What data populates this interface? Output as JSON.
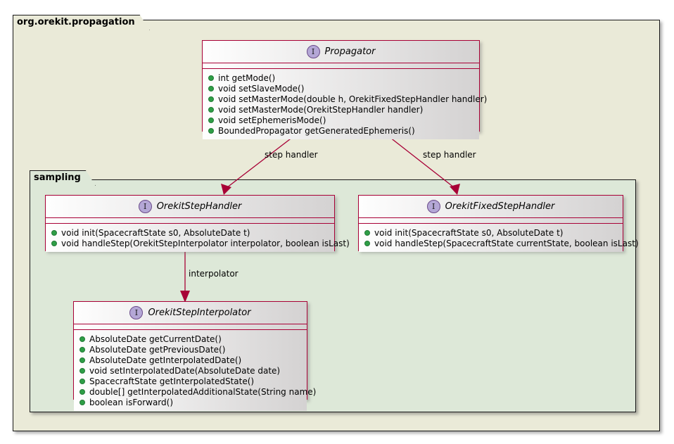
{
  "diagram": {
    "type": "uml-class-diagram",
    "background": "#ffffff"
  },
  "colors": {
    "outer_package_bg": "#eaead8",
    "inner_package_bg": "#dde8d8",
    "package_border": "#181818",
    "class_border": "#a80036",
    "class_header_gradient_from": "#fefefe",
    "class_header_gradient_to": "#d4d2d2",
    "interface_icon_fill": "#b4a7d6",
    "interface_icon_border": "#6b4b8a",
    "public_marker": "#2e9e46",
    "edge_color": "#a80036",
    "text": "#000000"
  },
  "packages": {
    "outer": {
      "name": "org.orekit.propagation"
    },
    "inner": {
      "name": "sampling"
    }
  },
  "classes": {
    "propagator": {
      "name": "Propagator",
      "stereotype_icon": "interface-icon",
      "stereotype_letter": "I",
      "methods": [
        {
          "visibility": "public",
          "signature": "int getMode()"
        },
        {
          "visibility": "public",
          "signature": "void setSlaveMode()"
        },
        {
          "visibility": "public",
          "signature": "void setMasterMode(double h, OrekitFixedStepHandler handler)"
        },
        {
          "visibility": "public",
          "signature": "void setMasterMode(OrekitStepHandler handler)"
        },
        {
          "visibility": "public",
          "signature": "void setEphemerisMode()"
        },
        {
          "visibility": "public",
          "signature": "BoundedPropagator getGeneratedEphemeris()"
        }
      ]
    },
    "orekit_step_handler": {
      "name": "OrekitStepHandler",
      "stereotype_icon": "interface-icon",
      "stereotype_letter": "I",
      "methods": [
        {
          "visibility": "public",
          "signature": "void init(SpacecraftState s0, AbsoluteDate t)"
        },
        {
          "visibility": "public",
          "signature": "void handleStep(OrekitStepInterpolator interpolator, boolean isLast)"
        }
      ]
    },
    "orekit_fixed_step_handler": {
      "name": "OrekitFixedStepHandler",
      "stereotype_icon": "interface-icon",
      "stereotype_letter": "I",
      "methods": [
        {
          "visibility": "public",
          "signature": "void init(SpacecraftState s0, AbsoluteDate t)"
        },
        {
          "visibility": "public",
          "signature": "void handleStep(SpacecraftState currentState, boolean isLast)"
        }
      ]
    },
    "orekit_step_interpolator": {
      "name": "OrekitStepInterpolator",
      "stereotype_icon": "interface-icon",
      "stereotype_letter": "I",
      "methods": [
        {
          "visibility": "public",
          "signature": "AbsoluteDate getCurrentDate()"
        },
        {
          "visibility": "public",
          "signature": "AbsoluteDate getPreviousDate()"
        },
        {
          "visibility": "public",
          "signature": "AbsoluteDate getInterpolatedDate()"
        },
        {
          "visibility": "public",
          "signature": "void setInterpolatedDate(AbsoluteDate date)"
        },
        {
          "visibility": "public",
          "signature": "SpacecraftState getInterpolatedState()"
        },
        {
          "visibility": "public",
          "signature": "double[] getInterpolatedAdditionalState(String name)"
        },
        {
          "visibility": "public",
          "signature": "boolean isForward()"
        }
      ]
    }
  },
  "edges": [
    {
      "from": "Propagator",
      "to": "OrekitStepHandler",
      "label": "step handler"
    },
    {
      "from": "Propagator",
      "to": "OrekitFixedStepHandler",
      "label": "step handler"
    },
    {
      "from": "OrekitStepHandler",
      "to": "OrekitStepInterpolator",
      "label": "interpolator"
    }
  ]
}
